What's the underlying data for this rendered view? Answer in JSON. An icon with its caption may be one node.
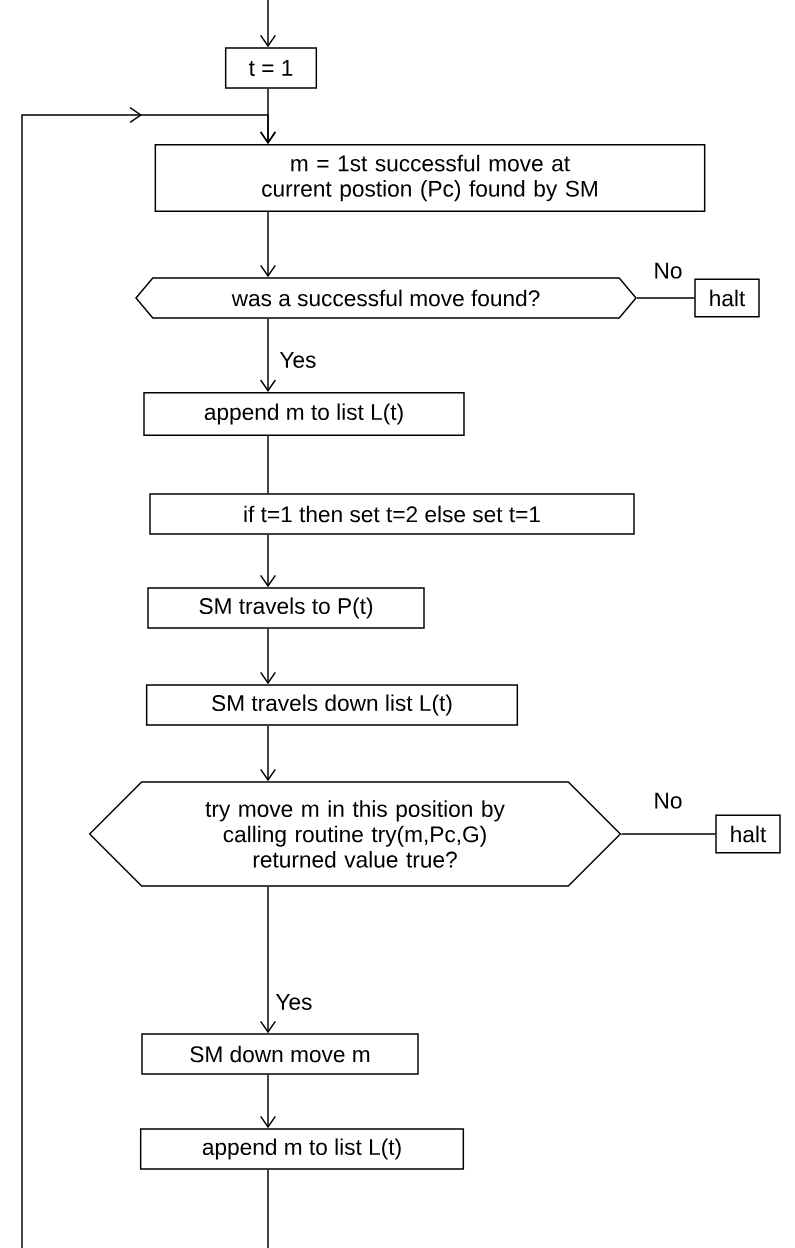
{
  "diagram": {
    "nodes": [
      {
        "text": [
          "t = 1"
        ]
      },
      {
        "text": [
          "m = 1st successful move at current postion (Pc) found by SM"
        ]
      },
      {
        "text": [
          "was a successful move found?"
        ]
      },
      {
        "text": [
          "halt"
        ]
      },
      {
        "text": [
          "append m to list L(t)"
        ]
      },
      {
        "text": [
          "if t=1 then set t=2 else set t=1"
        ]
      },
      {
        "text": [
          "SM travels to P(t)"
        ]
      },
      {
        "text": [
          "SM travels down list L(t)"
        ]
      },
      {
        "text": [
          "try move m in this position by calling routine try(m,Pc,G) returned value true?"
        ]
      },
      {
        "text": [
          "halt"
        ]
      },
      {
        "text": [
          "SM down move m"
        ]
      },
      {
        "text": [
          "append m to list L(t)"
        ]
      }
    ],
    "edges": [
      {
        "from": null,
        "to": 0,
        "arrow": "to"
      },
      {
        "from": 0,
        "to": 1,
        "arrow": "to"
      },
      {
        "from": null,
        "to": 1,
        "arrow": "to"
      },
      {
        "from": 1,
        "to": 2,
        "arrow": "to"
      },
      {
        "from": 2,
        "to": 3,
        "label": "No",
        "arrow": "none"
      },
      {
        "from": 2,
        "to": 4,
        "label": "Yes",
        "arrow": "to"
      },
      {
        "from": 4,
        "to": 5,
        "arrow": "none"
      },
      {
        "from": 5,
        "to": 6,
        "arrow": "to"
      },
      {
        "from": 6,
        "to": 7,
        "arrow": "to"
      },
      {
        "from": 7,
        "to": 8,
        "arrow": "to"
      },
      {
        "from": 8,
        "to": 9,
        "label": "No",
        "arrow": "none"
      },
      {
        "from": 8,
        "to": 10,
        "label": "Yes",
        "arrow": "to"
      },
      {
        "from": 10,
        "to": 11,
        "arrow": "to"
      },
      {
        "from": 11,
        "to": null,
        "arrow": "none"
      }
    ]
  }
}
